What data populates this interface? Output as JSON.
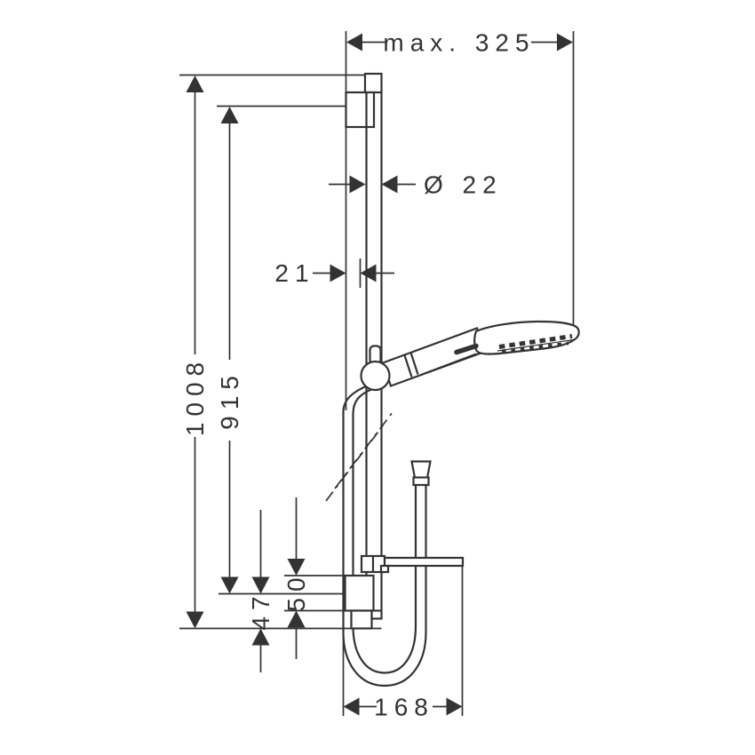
{
  "page": {
    "title": "shower-rail-set-dimension-drawing",
    "colors": {
      "line": "#333333",
      "background": "#ffffff"
    }
  },
  "drawing": {
    "kind": "technical dimension drawing",
    "subject": "wall bar with hand shower and shower hose",
    "dimensions": {
      "max_width": {
        "label": "max. 325",
        "orientation": "horizontal",
        "location": "top"
      },
      "rail_diameter": {
        "label": "Ø 22",
        "orientation": "horizontal",
        "location": "rail tube"
      },
      "wall_offset": {
        "label": "21",
        "orientation": "horizontal",
        "location": "wall to rail"
      },
      "total_height": {
        "label": "1008",
        "orientation": "vertical",
        "location": "overall bar height"
      },
      "hole_distance": {
        "label": "915",
        "orientation": "vertical",
        "location": "fixing distance"
      },
      "bracket_height": {
        "label": "50",
        "orientation": "vertical",
        "location": "lower bracket"
      },
      "bottom_offset": {
        "label": "47",
        "orientation": "vertical",
        "location": "hole to bottom"
      },
      "hose_projection": {
        "label": "168",
        "orientation": "horizontal",
        "location": "bottom hose loop"
      }
    }
  }
}
